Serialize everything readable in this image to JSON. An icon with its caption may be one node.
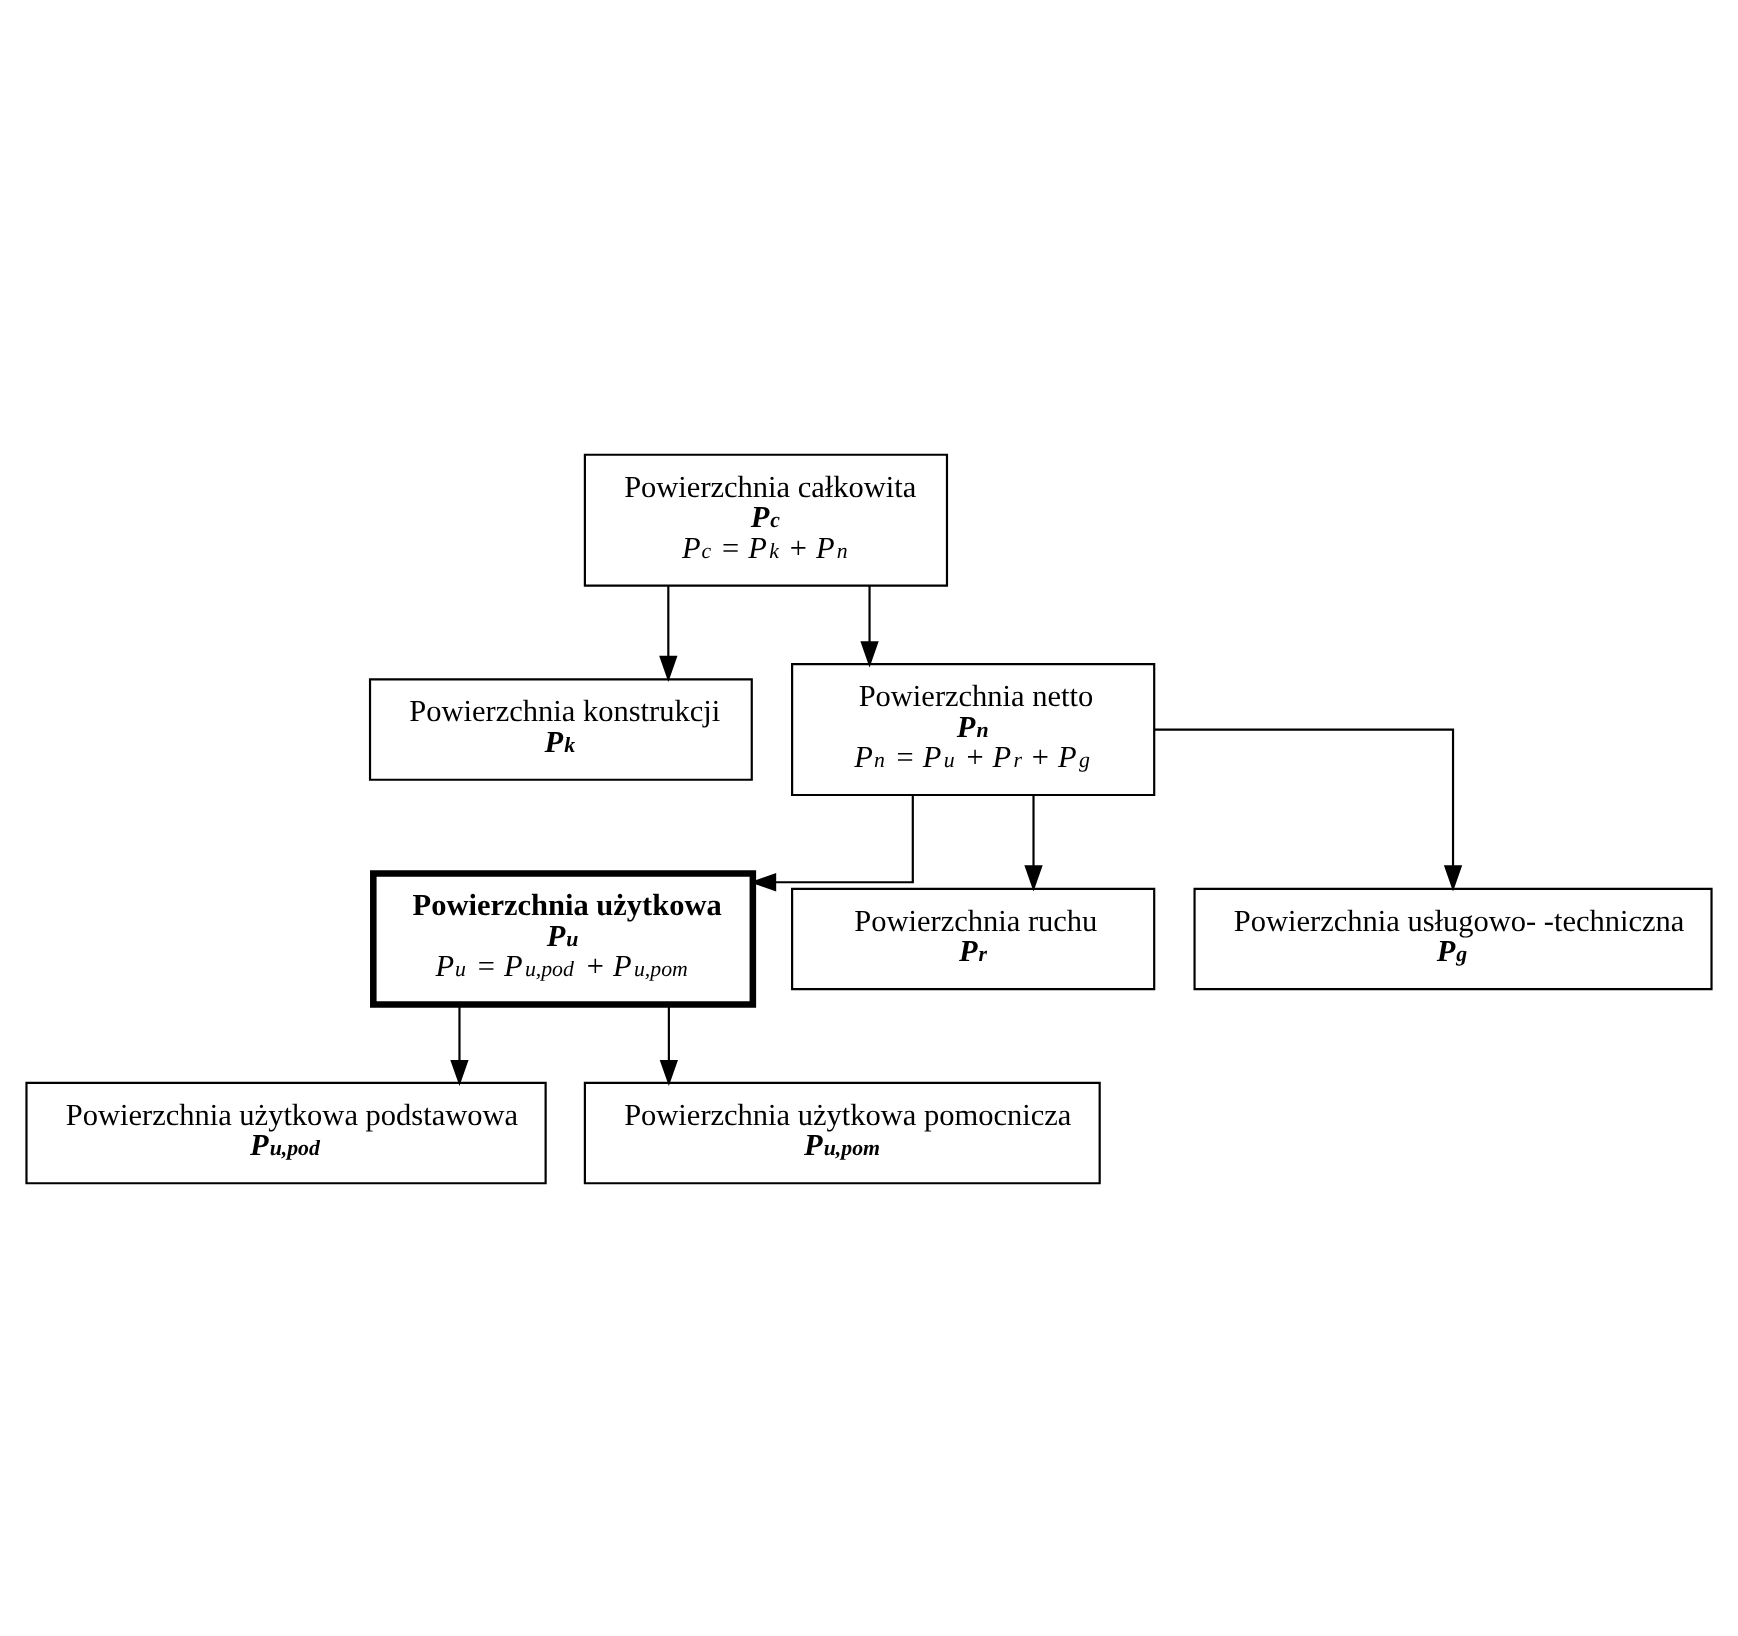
{
  "diagram": {
    "nodes": [
      {
        "text": [
          "Powierzchnia całkowita",
          "P$_{c}$",
          "P$_{c}$ = P$_{k}$ + P$_{n}$"
        ]
      },
      {
        "text": [
          "Powierzchnia konstrukcji",
          "P$_{k}$"
        ]
      },
      {
        "text": [
          "Powierzchnia netto",
          "P$_{n}$",
          "P$_{n}$ = P$_{u}$ + P$_{r}$ + P$_{g}$"
        ]
      },
      {
        "text": [
          "Powierzchnia użytkowa",
          "P$_{u}$",
          "P$_{u}$ = P$_{u,pod}$ + P$_{u,pom}$"
        ]
      },
      {
        "text": [
          "Powierzchnia ruchu",
          "P$_{r}$"
        ]
      },
      {
        "text": [
          "Powierzchnia usługowo- -techniczna",
          "P$_{g}$"
        ]
      },
      {
        "text": [
          "Powierzchnia użytkowa podstawowa",
          "P$_{u,pod}$"
        ]
      },
      {
        "text": [
          "Powierzchnia użytkowa pomocnicza",
          "P$_{u,pom}$"
        ]
      }
    ],
    "edges": [
      {
        "from": 0,
        "to": 1,
        "arrow": "to"
      },
      {
        "from": 0,
        "to": 2,
        "arrow": "to"
      },
      {
        "from": 2,
        "to": 3,
        "arrow": "to"
      },
      {
        "from": 2,
        "to": 4,
        "arrow": "to"
      },
      {
        "from": 2,
        "to": 5,
        "arrow": "to"
      },
      {
        "from": 3,
        "to": 6,
        "arrow": "to"
      },
      {
        "from": 3,
        "to": 7,
        "arrow": "to"
      }
    ]
  }
}
